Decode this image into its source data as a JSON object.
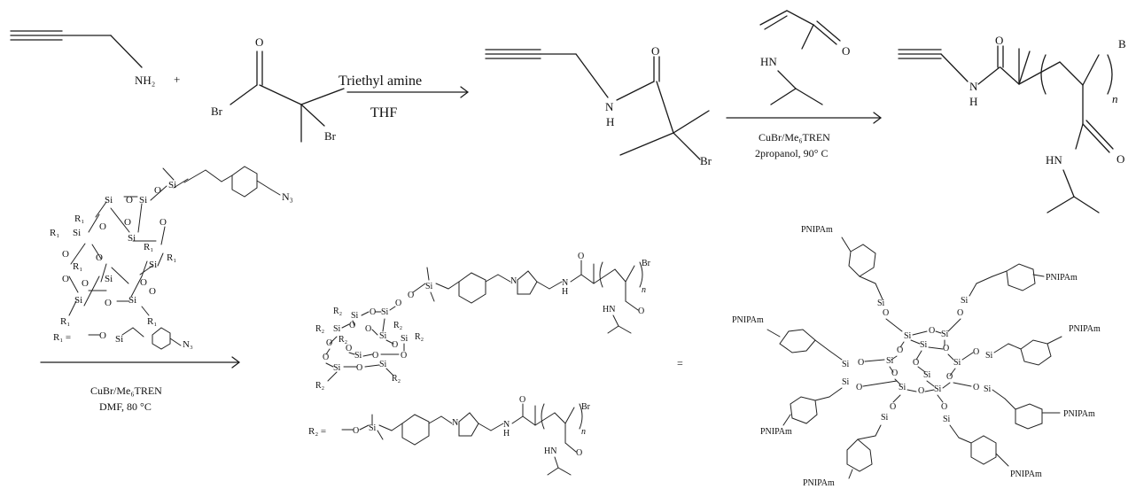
{
  "step1": {
    "reagent": "Triethyl amine",
    "solvent": "THF",
    "plus": "+"
  },
  "step2": {
    "conditions_1": "CuBr/Me₆TREN",
    "conditions_2": "2propanol, 90° C"
  },
  "step3": {
    "conditions_1": "CuBr/Me₆TREN",
    "conditions_2": "DMF, 80 °C"
  },
  "equals": "=",
  "labels": {
    "NH2": "NH₂",
    "Br": "Br",
    "O": "O",
    "N": "N",
    "H": "H",
    "HN": "HN",
    "n": "n",
    "Si": "Si",
    "N3": "N₃",
    "R1": "R₁",
    "R2": "R₂",
    "R1_eq": "R₁ =",
    "R2_eq": "R₂ =",
    "PNIPAm": "PNIPAm"
  }
}
